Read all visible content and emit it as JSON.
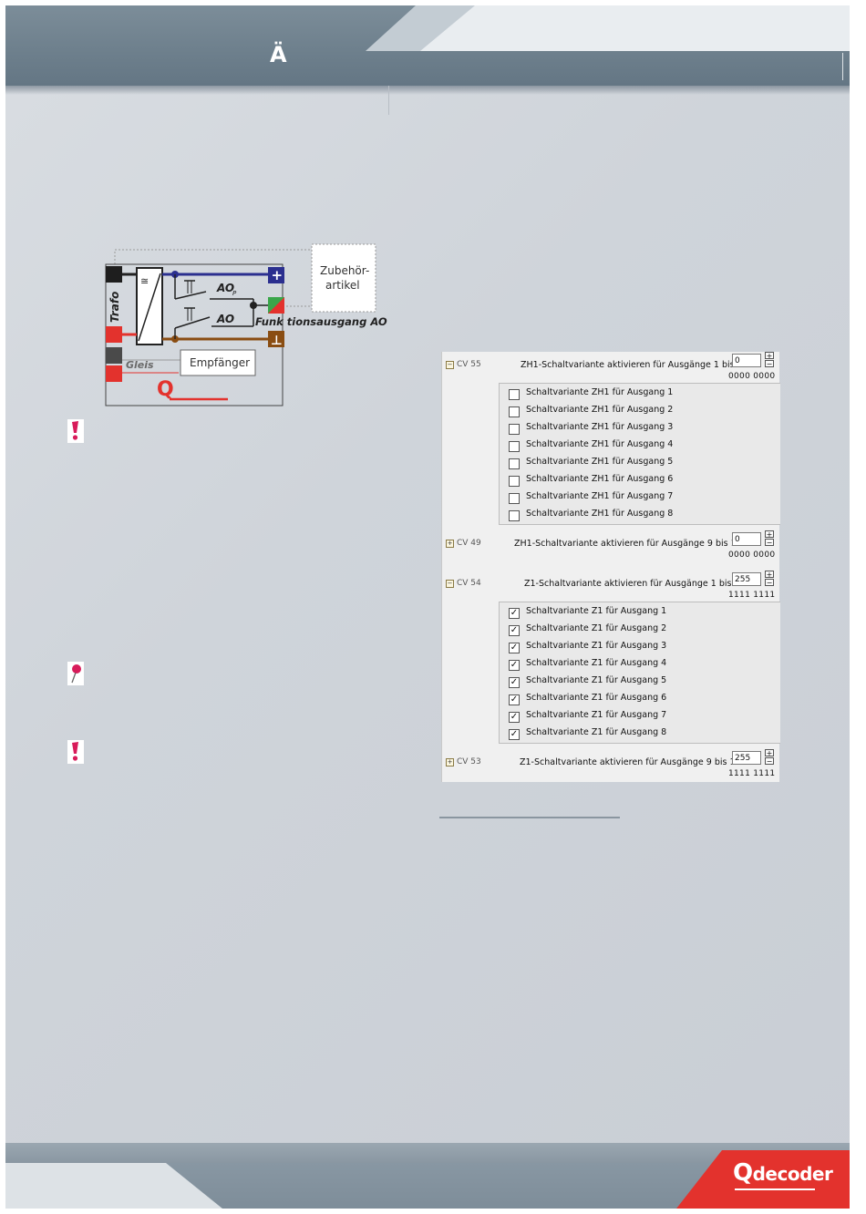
{
  "header": {
    "title": "Ä"
  },
  "diagram": {
    "trafo": "Trafo",
    "gleis": "Gleis",
    "empfaenger": "Empfänger",
    "zubehoer": [
      "Zubehör-",
      "artikel"
    ],
    "ao_p": "AO",
    "ao_p_sub": "P",
    "ao": "AO",
    "funktionsausgang": "Funk tionsausgang AO",
    "plus": "+",
    "minus": "⊥",
    "rectifier": "≅",
    "q": "Q"
  },
  "cv_list": {
    "rows": [
      {
        "cv": "CV 55",
        "desc": "ZH1-Schaltvariante aktivieren für Ausgänge 1 bis 8",
        "value": "0",
        "bits": "0000 0000",
        "expanded": true,
        "items": [
          "Schaltvariante ZH1 für Ausgang 1",
          "Schaltvariante ZH1 für Ausgang 2",
          "Schaltvariante ZH1 für Ausgang 3",
          "Schaltvariante ZH1 für Ausgang 4",
          "Schaltvariante ZH1 für Ausgang 5",
          "Schaltvariante ZH1 für Ausgang 6",
          "Schaltvariante ZH1 für Ausgang 7",
          "Schaltvariante ZH1 für Ausgang 8"
        ],
        "checked": [
          false,
          false,
          false,
          false,
          false,
          false,
          false,
          false
        ]
      },
      {
        "cv": "CV 49",
        "desc": "ZH1-Schaltvariante aktivieren für Ausgänge 9 bis 16",
        "value": "0",
        "bits": "0000 0000",
        "expanded": false
      },
      {
        "cv": "CV 54",
        "desc": "Z1-Schaltvariante aktivieren für Ausgänge 1 bis 8",
        "value": "255",
        "bits": "1111 1111",
        "expanded": true,
        "items": [
          "Schaltvariante Z1 für Ausgang 1",
          "Schaltvariante Z1 für Ausgang 2",
          "Schaltvariante Z1 für Ausgang 3",
          "Schaltvariante Z1 für Ausgang 4",
          "Schaltvariante Z1 für Ausgang 5",
          "Schaltvariante Z1 für Ausgang 6",
          "Schaltvariante Z1 für Ausgang 7",
          "Schaltvariante Z1 für Ausgang 8"
        ],
        "checked": [
          true,
          true,
          true,
          true,
          true,
          true,
          true,
          true
        ]
      },
      {
        "cv": "CV 53",
        "desc": "Z1-Schaltvariante aktivieren für Ausgänge 9 bis 16",
        "value": "255",
        "bits": "1111 1111",
        "expanded": false
      }
    ],
    "expand_open": "−",
    "expand_closed": "+",
    "spin_up": "+",
    "spin_down": "−",
    "check_mark": "✓"
  },
  "footer": {
    "logo_q": "Q",
    "logo_rest": "decoder"
  },
  "colors": {
    "brand_red": "#e3322d",
    "wire_blue": "#2b2f8f",
    "wire_brown": "#8a4d12",
    "wire_red": "#e3322d"
  }
}
